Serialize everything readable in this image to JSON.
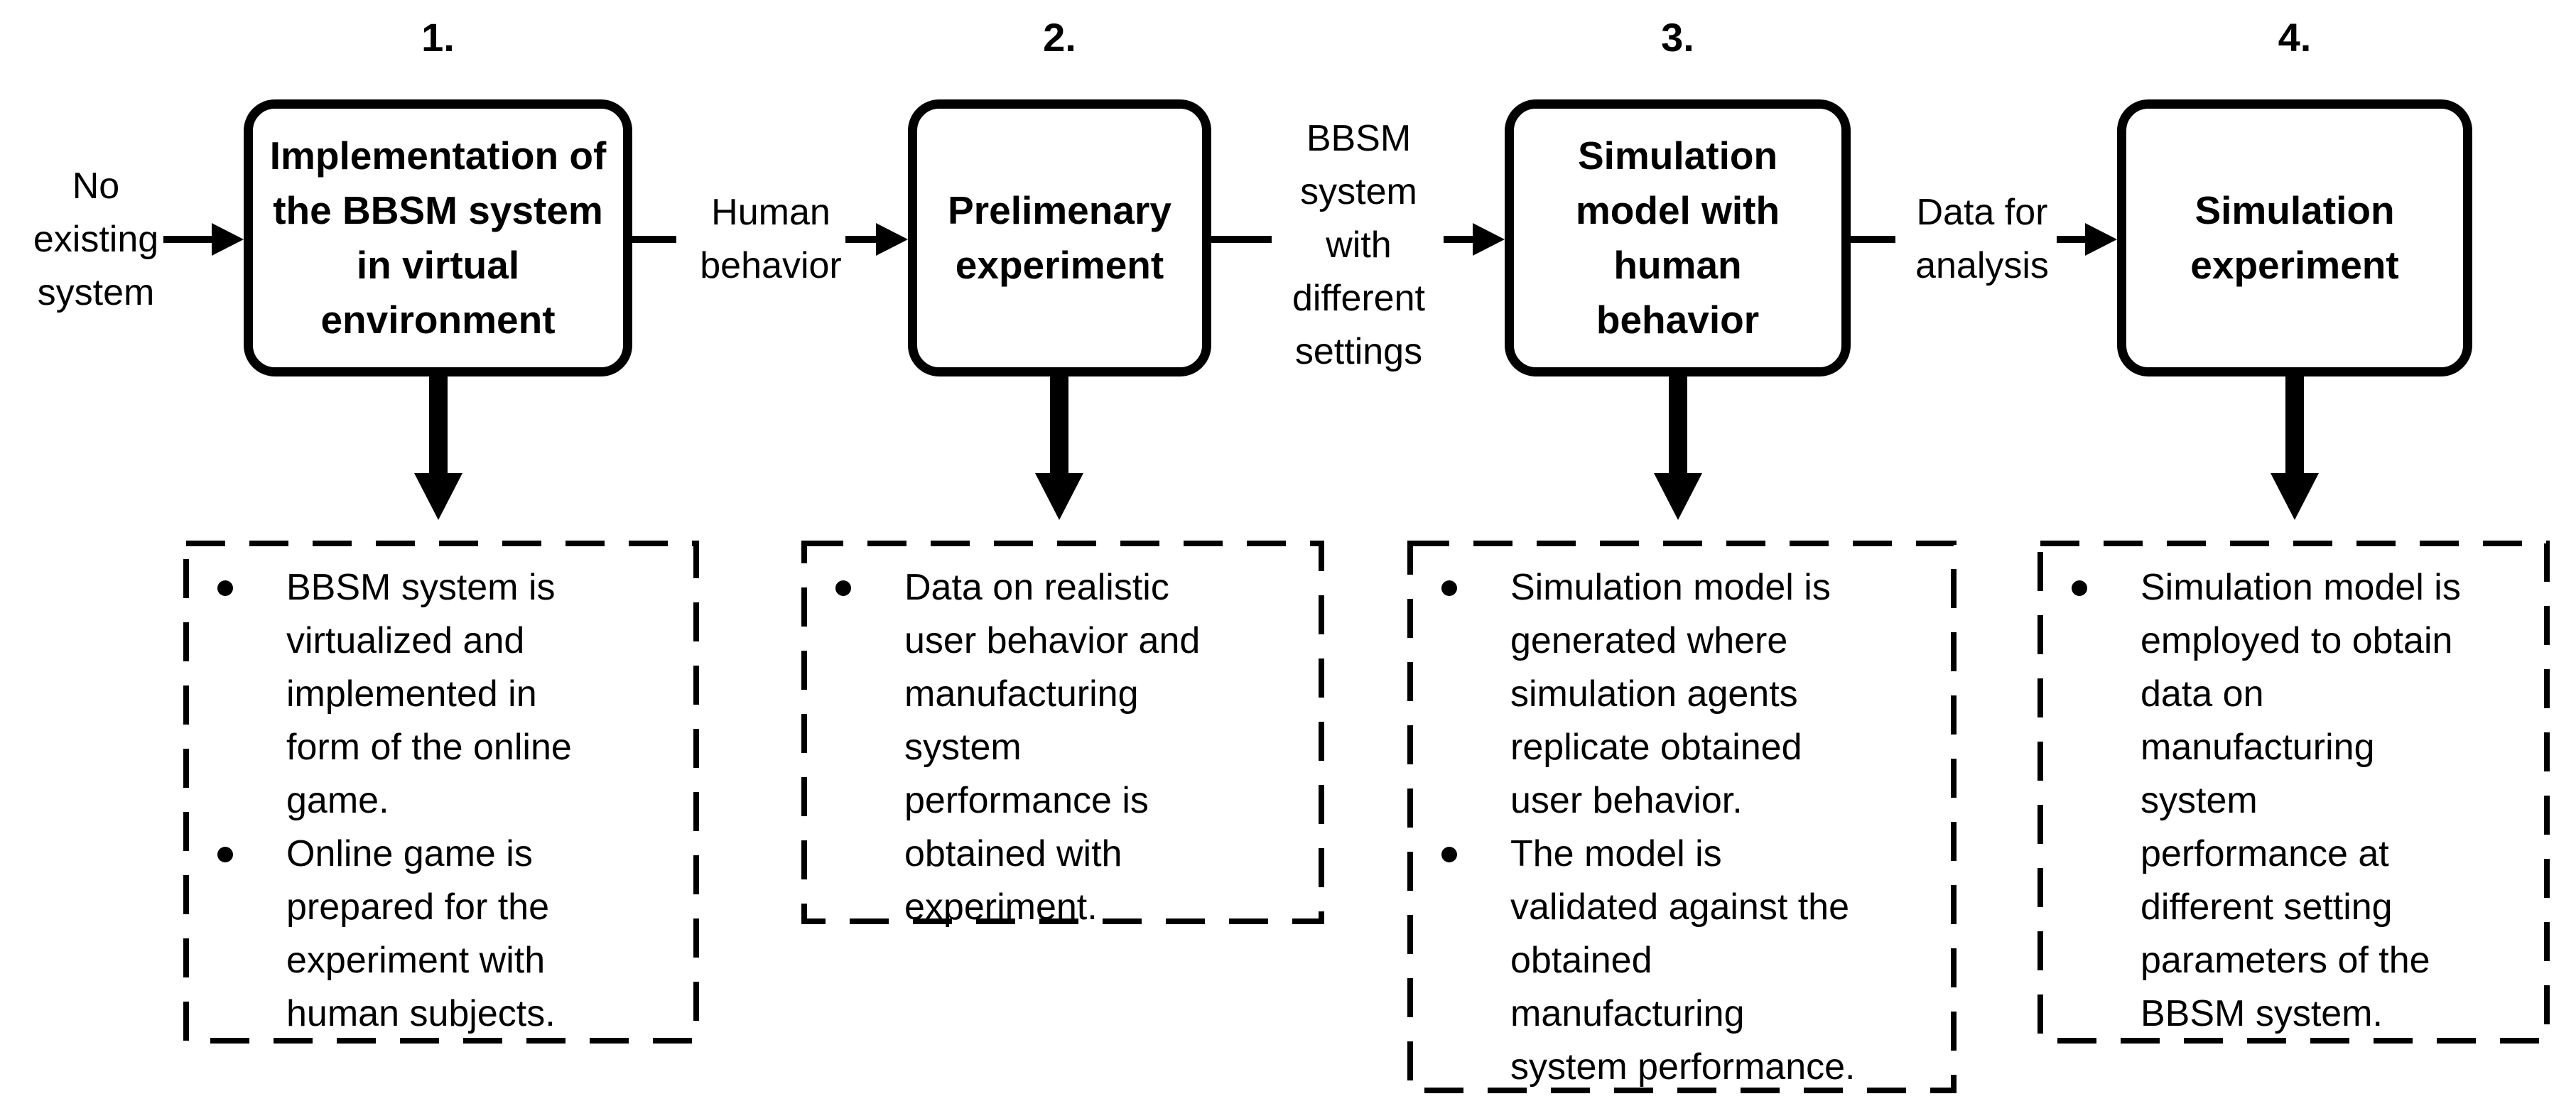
{
  "diagram": {
    "title": "BBSM research methodology flowchart",
    "colors": {
      "ink": "#000000",
      "background": "#ffffff"
    },
    "stages": [
      {
        "number": "1.",
        "title": "Implementation of the BBSM system in virtual environment",
        "input_label": "No existing system",
        "notes": [
          "BBSM system is virtualized and implemented in form of the online game.",
          "Online game is prepared for the experiment with human subjects."
        ]
      },
      {
        "number": "2.",
        "title": "Prelimenary experiment",
        "input_label": "Human behavior",
        "notes": [
          "Data on realistic user behavior and manufacturing system performance is obtained with experiment."
        ]
      },
      {
        "number": "3.",
        "title": "Simulation model with human behavior",
        "input_label": "BBSM system with different settings",
        "notes": [
          "Simulation model is generated where simulation agents replicate obtained user behavior.",
          "The model is validated against the obtained manufacturing system performance."
        ]
      },
      {
        "number": "4.",
        "title": "Simulation experiment",
        "input_label": "Data for analysis",
        "notes": [
          "Simulation model is employed to obtain data on manufacturing system performance at different setting parameters of the BBSM system."
        ]
      }
    ]
  }
}
